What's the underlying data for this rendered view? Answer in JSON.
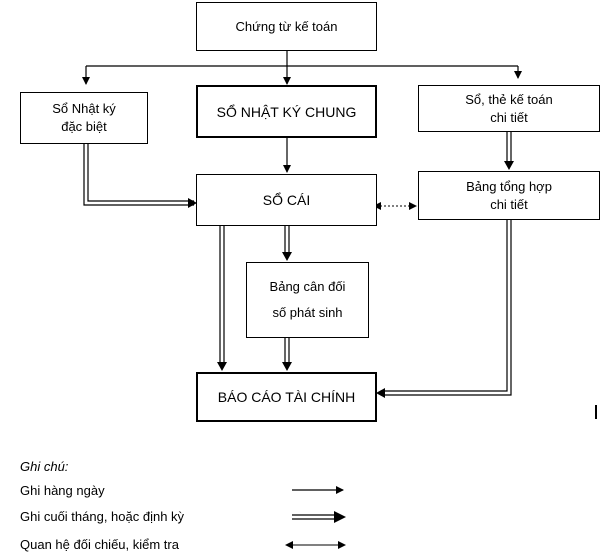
{
  "boxes": {
    "chung_tu": "Chứng từ kế toán",
    "nhat_ky_dac_biet_l1": "Sổ Nhật ký",
    "nhat_ky_dac_biet_l2": "đặc biệt",
    "nhat_ky_chung": "SỔ NHẬT KÝ CHUNG",
    "the_chi_tiet_l1": "Sổ, thẻ kế toán",
    "the_chi_tiet_l2": "chi tiết",
    "so_cai": "SỔ CÁI",
    "tong_hop_l1": "Bảng tổng hợp",
    "tong_hop_l2": "chi tiết",
    "can_doi_l1": "Bảng cân đối",
    "can_doi_l2": "số phát sinh",
    "bao_cao": "BÁO CÁO TÀI CHÍNH"
  },
  "legend": {
    "title": "Ghi chú:",
    "daily": "Ghi hàng ngày",
    "periodic": "Ghi cuối tháng, hoặc định kỳ",
    "reconcile": "Quan hệ đối chiếu, kiểm tra"
  }
}
